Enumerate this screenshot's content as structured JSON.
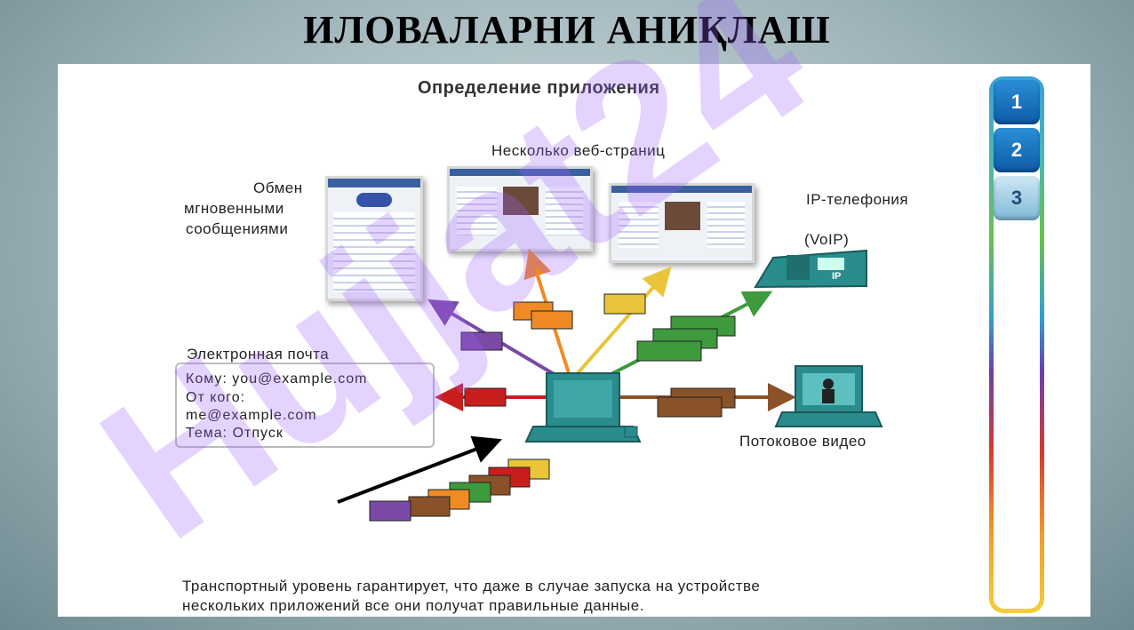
{
  "slide": {
    "title": "ИЛОВАЛАРНИ АНИҚЛАШ"
  },
  "diagram": {
    "heading": "Определение приложения",
    "labels": {
      "web_pages": "Несколько веб-страниц",
      "im_line1": "Обмен",
      "im_line2": "мгновенными",
      "im_line3": "сообщениями",
      "ip_phone": "IP-телефония",
      "voip": "(VoIP)",
      "email": "Электронная почта",
      "video": "Потоковое видео"
    },
    "email_box": {
      "to": "Кому: you@example.com",
      "from": "От кого:",
      "from_value": "me@example.com",
      "subject": "Тема: Отпуск"
    },
    "phone_badge": "IP",
    "caption_line1": "Транспортный уровень гарантирует, что даже в случае запуска на устройстве",
    "caption_line2": "нескольких приложений все они получат правильные данные."
  },
  "steps": [
    {
      "label": "1",
      "active": true
    },
    {
      "label": "2",
      "active": true
    },
    {
      "label": "3",
      "active": false
    }
  ],
  "watermark": "Hujjat24",
  "colors": {
    "purple": "#7b4aa6",
    "orange": "#f08a24",
    "yellow": "#e8c53a",
    "green": "#3d9a3d",
    "red": "#c81e1e",
    "brown": "#8a5228",
    "teal": "#2a8c8c"
  }
}
